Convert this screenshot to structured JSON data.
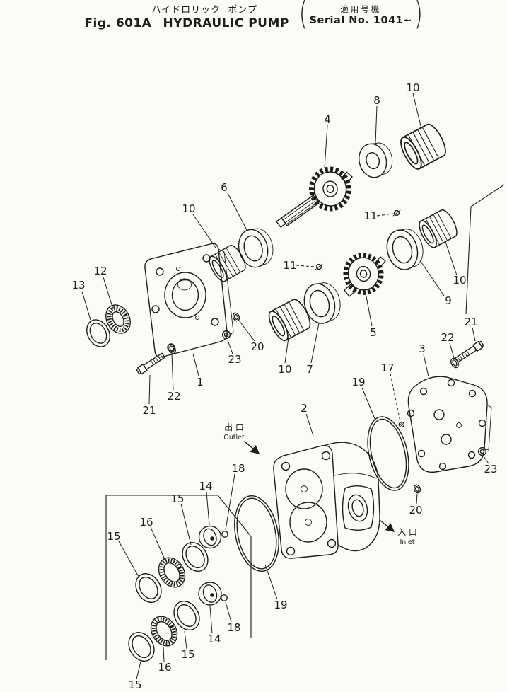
{
  "colors": {
    "ink": "#1f1d1a",
    "paper": "#fcfbf7"
  },
  "header": {
    "title_jp": "ハイドロリック  ポンプ",
    "fig_label": "Fig. 601A",
    "title_en": "HYDRAULIC PUMP",
    "paren_open": "(",
    "paren_close": ")",
    "serial_label_jp": "適用号機",
    "serial_label_en": "Serial No. 1041~"
  },
  "annotations": {
    "outlet_jp": "出 口",
    "outlet_en": "Outlet",
    "inlet_jp": "入 口",
    "inlet_en": "Inlet"
  },
  "callouts": [
    {
      "num": "10"
    },
    {
      "num": "8"
    },
    {
      "num": "4"
    },
    {
      "num": "6"
    },
    {
      "num": "10"
    },
    {
      "num": "11"
    },
    {
      "num": "10"
    },
    {
      "num": "9"
    },
    {
      "num": "11"
    },
    {
      "num": "5"
    },
    {
      "num": "12"
    },
    {
      "num": "13"
    },
    {
      "num": "20"
    },
    {
      "num": "23"
    },
    {
      "num": "10"
    },
    {
      "num": "7"
    },
    {
      "num": "1"
    },
    {
      "num": "22"
    },
    {
      "num": "21"
    },
    {
      "num": "3"
    },
    {
      "num": "17"
    },
    {
      "num": "22"
    },
    {
      "num": "21"
    },
    {
      "num": "19"
    },
    {
      "num": "2"
    },
    {
      "num": "23"
    },
    {
      "num": "20"
    },
    {
      "num": "18"
    },
    {
      "num": "14"
    },
    {
      "num": "15"
    },
    {
      "num": "16"
    },
    {
      "num": "15"
    },
    {
      "num": "19"
    },
    {
      "num": "18"
    },
    {
      "num": "14"
    },
    {
      "num": "15"
    },
    {
      "num": "16"
    },
    {
      "num": "15"
    }
  ]
}
